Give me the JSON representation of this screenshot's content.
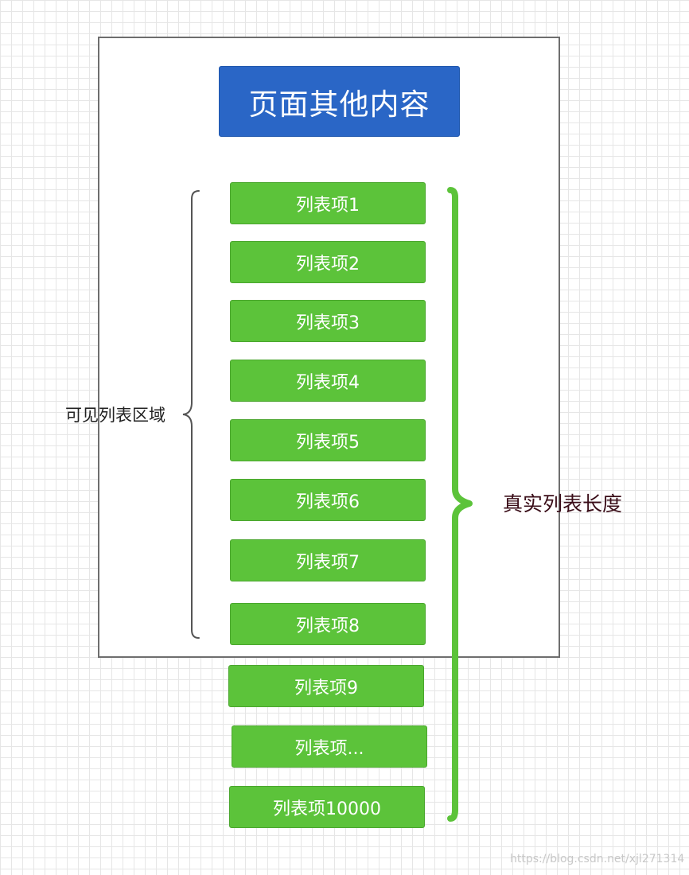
{
  "header": {
    "label": "页面其他内容"
  },
  "list": {
    "items": [
      "列表项1",
      "列表项2",
      "列表项3",
      "列表项4",
      "列表项5",
      "列表项6",
      "列表项7",
      "列表项8",
      "列表项9",
      "列表项...",
      "列表项10000"
    ]
  },
  "annotations": {
    "visible_area": "可见列表区域",
    "real_length": "真实列表长度"
  },
  "watermark": "https://blog.csdn.net/xjl271314",
  "colors": {
    "header_blue": "#2a66c6",
    "list_green": "#5cc33a",
    "brace_gray": "#555555",
    "brace_green": "#5cc33a"
  }
}
